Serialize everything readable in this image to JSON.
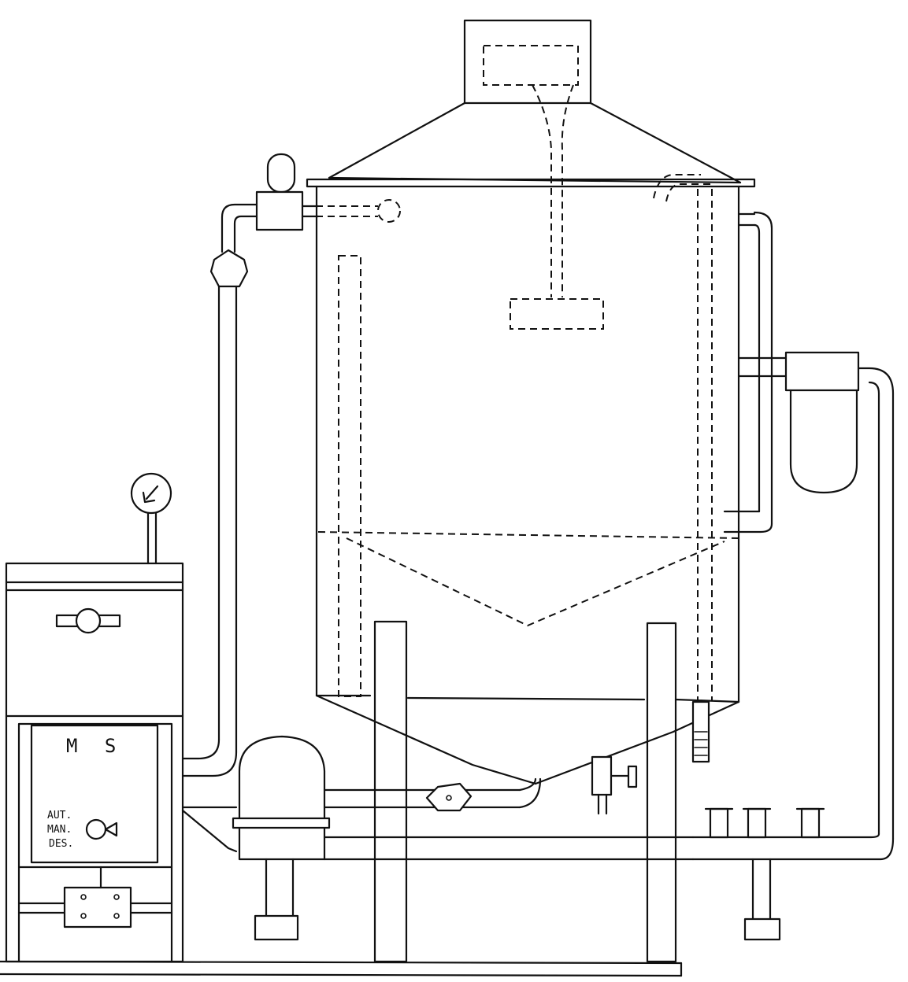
{
  "panel": {
    "label_top": "M S",
    "mode_auto": "AUT.",
    "mode_manual": "MAN.",
    "mode_off": "DES."
  }
}
